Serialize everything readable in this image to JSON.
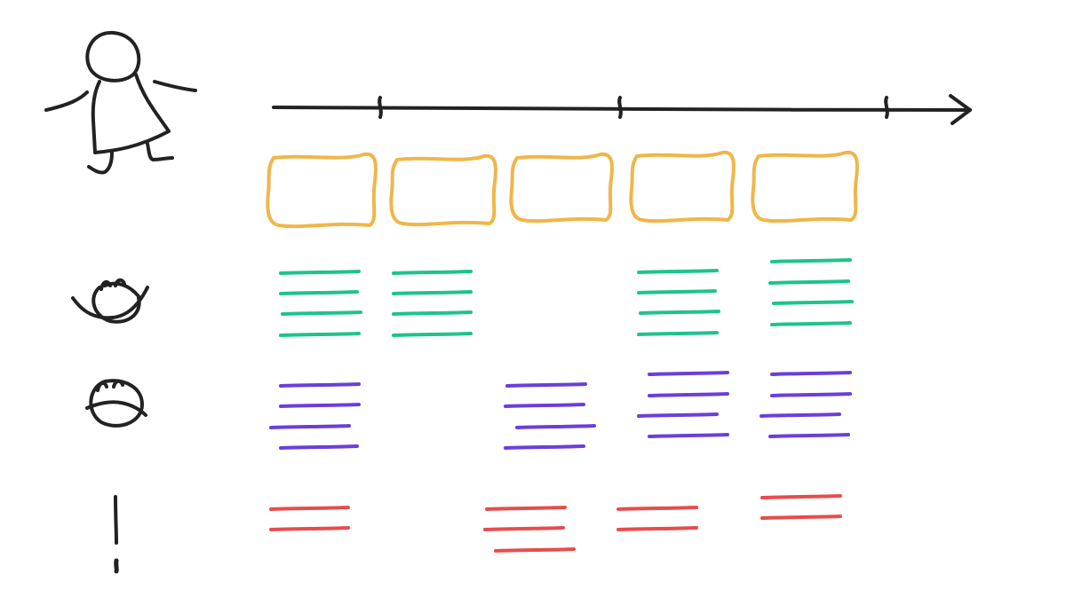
{
  "colors": {
    "ink": "#222222",
    "stage": "#f0b64a",
    "positive": "#1ec38f",
    "negative": "#6a3fd9",
    "pain": "#e84c4c",
    "background": "#ffffff"
  },
  "diagram": {
    "type": "customer-journey-map",
    "actor_icon": "stick-figure-icon",
    "timeline_ticks": 3,
    "stages": 5,
    "rows": [
      {
        "icon": "smiling-face-icon",
        "color_key": "positive",
        "lines_per_stage": [
          4,
          4,
          0,
          4,
          4
        ]
      },
      {
        "icon": "frowning-face-icon",
        "color_key": "negative",
        "lines_per_stage": [
          4,
          0,
          4,
          4,
          4
        ]
      },
      {
        "icon": "exclamation-mark-icon",
        "color_key": "pain",
        "lines_per_stage": [
          2,
          0,
          3,
          2,
          2
        ]
      }
    ]
  }
}
